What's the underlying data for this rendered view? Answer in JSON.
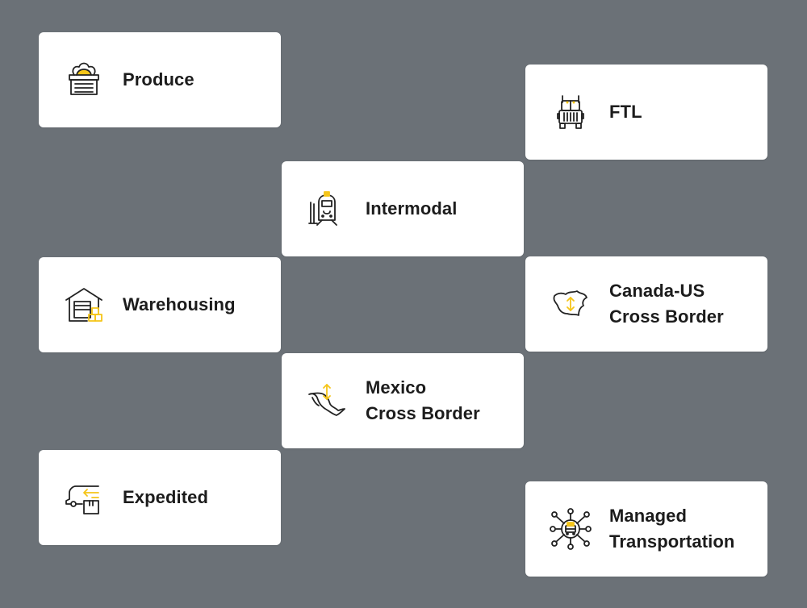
{
  "colors": {
    "background": "#6b7177",
    "card": "#ffffff",
    "accent": "#f5c518",
    "text": "#1c1c1c"
  },
  "services": [
    {
      "icon": "produce-crate-icon",
      "lines": [
        "Produce"
      ]
    },
    {
      "icon": "truck-icon",
      "lines": [
        "FTL"
      ]
    },
    {
      "icon": "train-icon",
      "lines": [
        "Intermodal"
      ]
    },
    {
      "icon": "warehouse-icon",
      "lines": [
        "Warehousing"
      ]
    },
    {
      "icon": "canada-us-map-icon",
      "lines": [
        "Canada-US",
        "Cross Border"
      ]
    },
    {
      "icon": "mexico-map-icon",
      "lines": [
        "Mexico",
        "Cross Border"
      ]
    },
    {
      "icon": "delivery-van-icon",
      "lines": [
        "Expedited"
      ]
    },
    {
      "icon": "network-truck-icon",
      "lines": [
        "Managed",
        "Transportation"
      ]
    }
  ]
}
